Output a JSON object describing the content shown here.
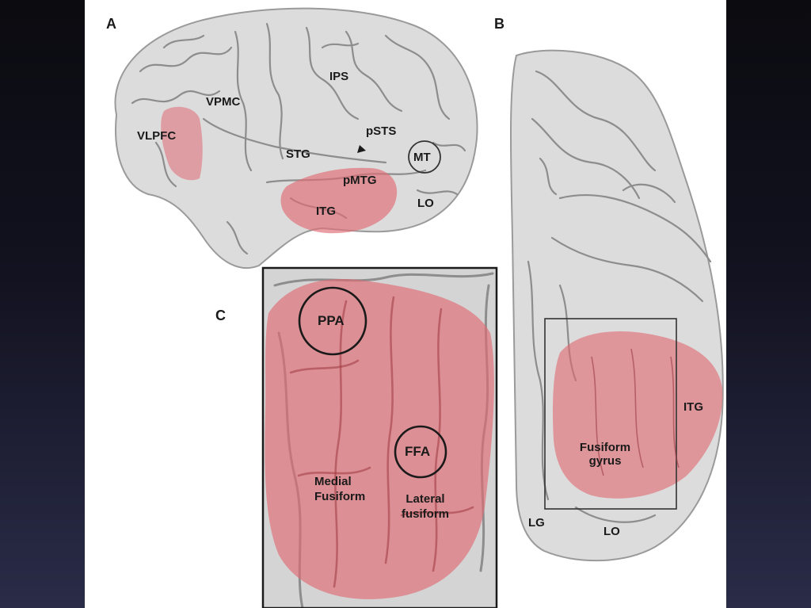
{
  "panels": {
    "a": "A",
    "b": "B",
    "c": "C"
  },
  "panel_a_labels": {
    "vpmc": "VPMC",
    "ips": "IPS",
    "vlpfc": "VLPFC",
    "psts": "pSTS",
    "stg": "STG",
    "mt": "MT",
    "pmtg": "pMTG",
    "itg": "ITG",
    "lo": "LO"
  },
  "panel_b_labels": {
    "itg": "ITG",
    "fusiform": "Fusiform\ngyrus",
    "lg": "LG",
    "lo": "LO"
  },
  "panel_c_labels": {
    "ppa": "PPA",
    "ffa": "FFA",
    "medial": "Medial\nFusiform",
    "lateral": "Lateral\nfusiform"
  },
  "colors": {
    "highlight": "#e06a72",
    "brain": "#dcdcdc",
    "sulcus": "#8d8d8d",
    "outline": "#1a1a1a"
  }
}
